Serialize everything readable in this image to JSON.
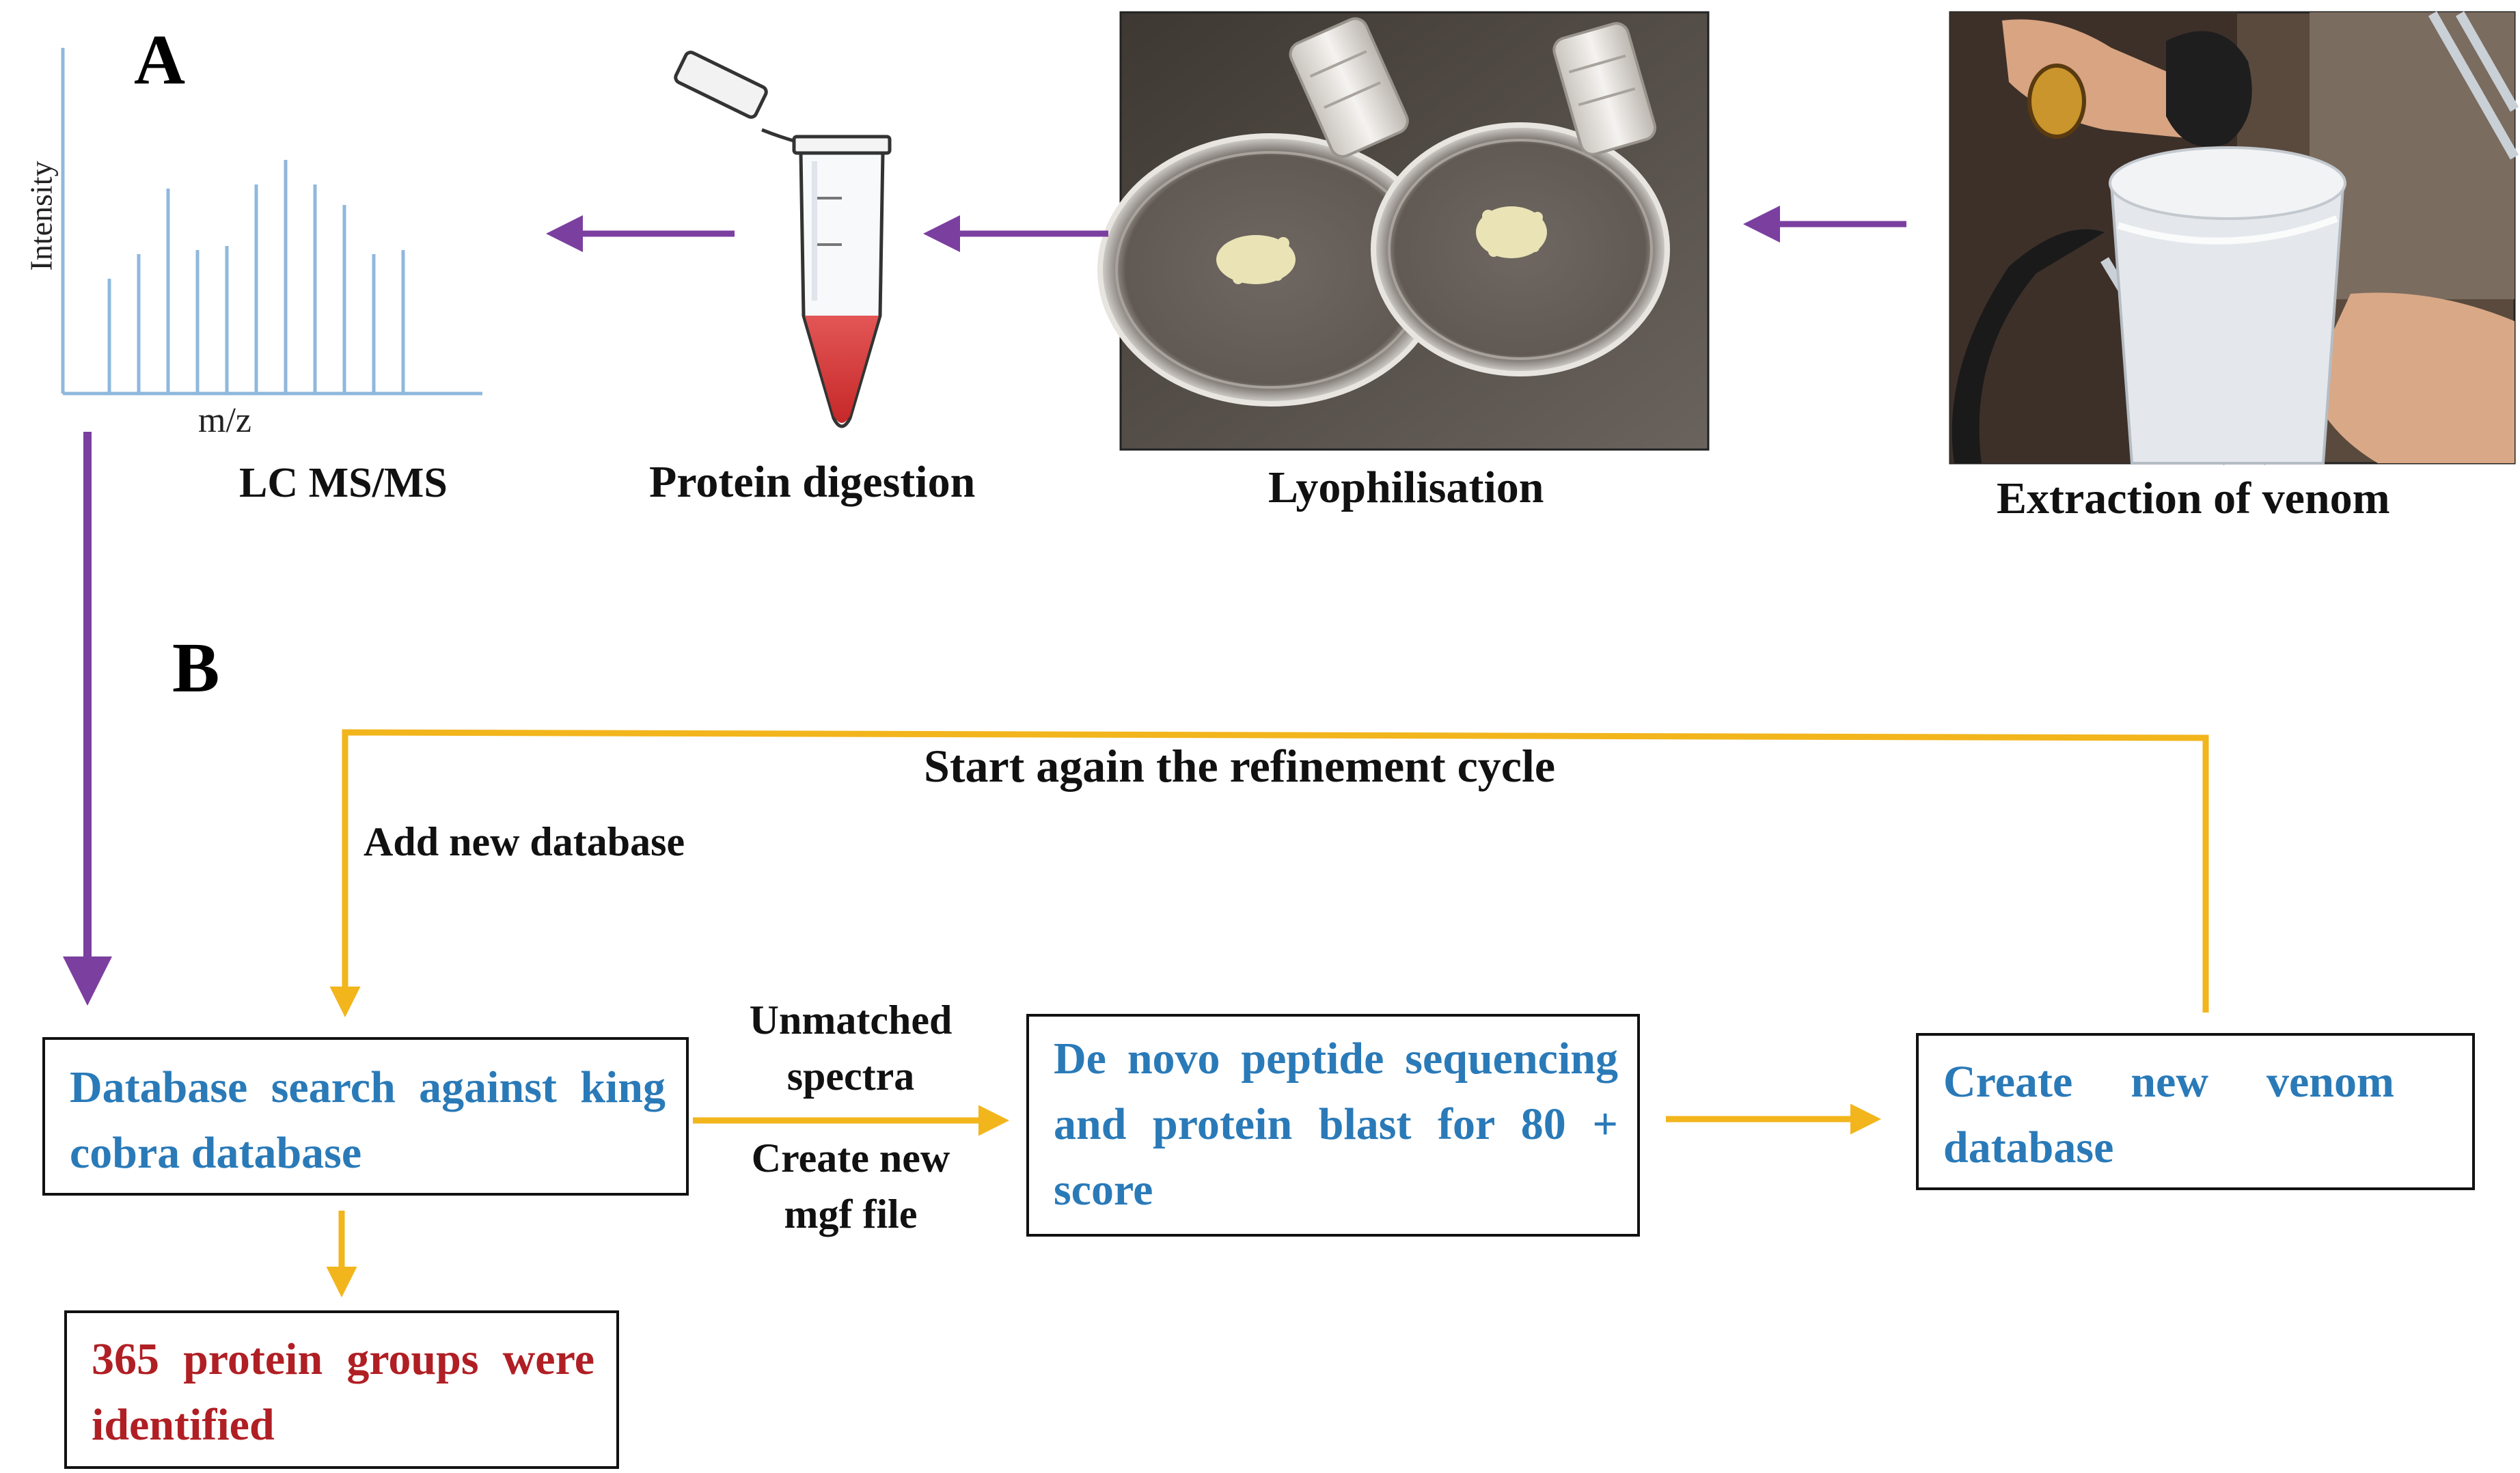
{
  "panel_a": {
    "letter": "A",
    "spectrum": {
      "y_axis_label": "Intensity",
      "x_axis_label": "m/z",
      "peak_heights": [
        0.28,
        0.34,
        0.5,
        0.35,
        0.36,
        0.51,
        0.57,
        0.51,
        0.46,
        0.34,
        0.35
      ]
    },
    "steps": [
      {
        "key": "lcms",
        "caption": "LC MS/MS"
      },
      {
        "key": "digestion",
        "caption": "Protein digestion"
      },
      {
        "key": "lyophilisation",
        "caption": "Lyophilisation"
      },
      {
        "key": "extraction",
        "caption": "Extraction of venom"
      }
    ]
  },
  "panel_b": {
    "letter": "B",
    "cycle_label": "Start again the refinement cycle",
    "add_db_label": "Add new database",
    "transition_label_top": "Unmatched spectra",
    "transition_label_bottom": "Create new mgf file",
    "boxes": {
      "database_search": "Database search against king cobra database",
      "de_novo": "De novo peptide sequencing and protein blast for 80 + score",
      "new_venom_db": "Create new venom database",
      "result": "365 protein groups were identified"
    }
  },
  "colors": {
    "purple_arrow": "#7b3fa0",
    "yellow_arrow": "#f2b51c",
    "blue_text": "#2a7ab8",
    "red_text": "#b01f24",
    "spectrum_line": "#8fb8dd"
  }
}
